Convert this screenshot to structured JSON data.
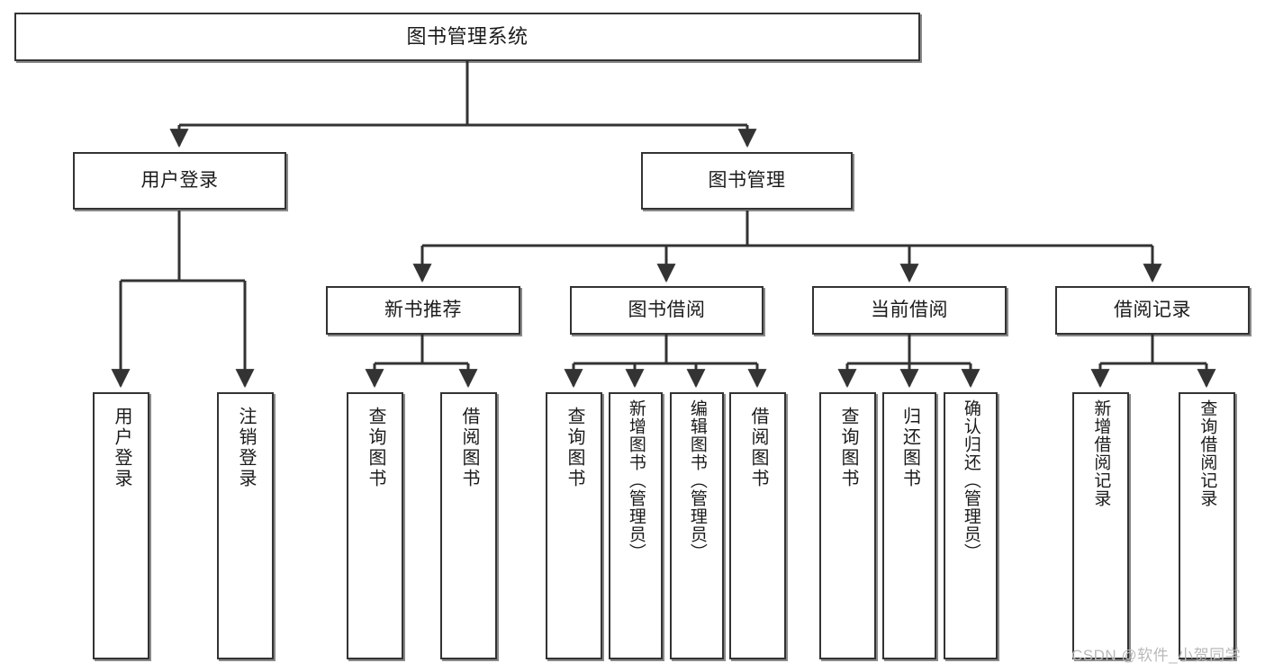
{
  "diagram": {
    "title": "图书管理系统",
    "type": "tree",
    "colors": {
      "node_border": "#333333",
      "node_fill": "#ffffff",
      "edge": "#333333",
      "text": "#1b1b1b",
      "watermark": "#b9b9b9"
    },
    "nodes": {
      "root": {
        "label": "图书管理系统"
      },
      "level2": [
        {
          "id": "user-login",
          "label": "用户登录"
        },
        {
          "id": "book-manage",
          "label": "图书管理"
        }
      ],
      "level3": [
        {
          "id": "new-book-recommend",
          "label": "新书推荐"
        },
        {
          "id": "book-borrow",
          "label": "图书借阅"
        },
        {
          "id": "current-borrow",
          "label": "当前借阅"
        },
        {
          "id": "borrow-record",
          "label": "借阅记录"
        }
      ],
      "leaves": [
        {
          "id": "leaf-user-login",
          "label": "用户登录",
          "parent": "user-login"
        },
        {
          "id": "leaf-logout-login",
          "label": "注销登录",
          "parent": "user-login"
        },
        {
          "id": "leaf-query-book-1",
          "label": "查询图书",
          "parent": "new-book-recommend"
        },
        {
          "id": "leaf-borrow-book-1",
          "label": "借阅图书",
          "parent": "new-book-recommend"
        },
        {
          "id": "leaf-query-book-2",
          "label": "查询图书",
          "parent": "book-borrow"
        },
        {
          "id": "leaf-add-book",
          "label": "新增图书（管理员）",
          "parent": "book-borrow"
        },
        {
          "id": "leaf-edit-book",
          "label": "编辑图书（管理员）",
          "parent": "book-borrow"
        },
        {
          "id": "leaf-borrow-book-2",
          "label": "借阅图书",
          "parent": "book-borrow"
        },
        {
          "id": "leaf-query-book-3",
          "label": "查询图书",
          "parent": "current-borrow"
        },
        {
          "id": "leaf-return-book",
          "label": "归还图书",
          "parent": "current-borrow"
        },
        {
          "id": "leaf-confirm-return",
          "label": "确认归还（管理员）",
          "parent": "current-borrow"
        },
        {
          "id": "leaf-add-record",
          "label": "新增借阅记录",
          "parent": "borrow-record"
        },
        {
          "id": "leaf-query-record",
          "label": "查询借阅记录",
          "parent": "borrow-record"
        }
      ]
    }
  },
  "watermark": {
    "text": "CSDN @软件_小贺同学"
  }
}
